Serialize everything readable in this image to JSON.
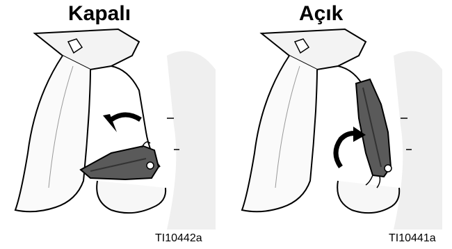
{
  "panels": [
    {
      "heading": "Kapalı",
      "figure_id": "TI10442a",
      "state": "closed",
      "arrow": "curved-arrow-counterclockwise"
    },
    {
      "heading": "Açık",
      "figure_id": "TI10441a",
      "state": "open",
      "arrow": "curved-arrow-clockwise"
    }
  ],
  "colors": {
    "line": "#000000",
    "handle": "#555555",
    "handle_dark": "#3a3a3a",
    "shade": "#e8e8e8",
    "background": "#ffffff"
  }
}
